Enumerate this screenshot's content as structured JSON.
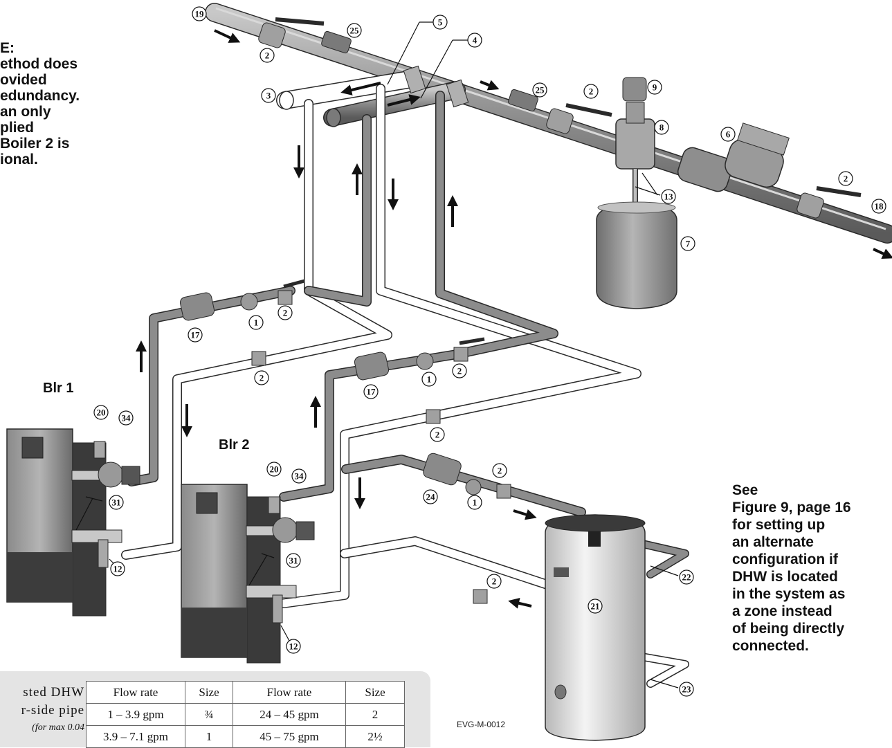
{
  "note_left": [
    "E:",
    "ethod does",
    "ovided",
    "edundancy.",
    "an only",
    "plied",
    "Boiler 2 is",
    "ional."
  ],
  "note_right": [
    "See",
    "Figure 9, page 16",
    "for setting up",
    "an alternate",
    "configuration if",
    "DHW is located",
    "in the system as",
    "a zone instead",
    "of being directly",
    "connected."
  ],
  "boiler1_label": "Blr 1",
  "boiler2_label": "Blr 2",
  "drawing_code": "EVG-M-0012",
  "table": {
    "side_text": [
      "sted DHW",
      "r-side pipe",
      "(for max 0.04"
    ],
    "headers": [
      "Flow rate",
      "Size",
      "Flow rate",
      "Size"
    ],
    "rows": [
      [
        "1 – 3.9 gpm",
        "¾",
        "24 – 45 gpm",
        "2"
      ],
      [
        "3.9 – 7.1 gpm",
        "1",
        "45 – 75 gpm",
        "2½"
      ]
    ]
  },
  "callouts": [
    {
      "id": "c19",
      "text": "19"
    },
    {
      "id": "c25a",
      "text": "25"
    },
    {
      "id": "c2a",
      "text": "2"
    },
    {
      "id": "c5",
      "text": "5"
    },
    {
      "id": "c4",
      "text": "4"
    },
    {
      "id": "c3",
      "text": "3"
    },
    {
      "id": "c25b",
      "text": "25"
    },
    {
      "id": "c2b",
      "text": "2"
    },
    {
      "id": "c9",
      "text": "9"
    },
    {
      "id": "c8",
      "text": "8"
    },
    {
      "id": "c6",
      "text": "6"
    },
    {
      "id": "c2c",
      "text": "2"
    },
    {
      "id": "c13",
      "text": "13"
    },
    {
      "id": "c18",
      "text": "18"
    },
    {
      "id": "c7",
      "text": "7"
    },
    {
      "id": "c1a",
      "text": "1"
    },
    {
      "id": "c2d",
      "text": "2"
    },
    {
      "id": "c17a",
      "text": "17"
    },
    {
      "id": "c2e",
      "text": "2"
    },
    {
      "id": "c17b",
      "text": "17"
    },
    {
      "id": "c1b",
      "text": "1"
    },
    {
      "id": "c2f",
      "text": "2"
    },
    {
      "id": "c20a",
      "text": "20"
    },
    {
      "id": "c34a",
      "text": "34"
    },
    {
      "id": "c31a",
      "text": "31"
    },
    {
      "id": "c12a",
      "text": "12"
    },
    {
      "id": "c2g",
      "text": "2"
    },
    {
      "id": "c20b",
      "text": "20"
    },
    {
      "id": "c34b",
      "text": "34"
    },
    {
      "id": "c31b",
      "text": "31"
    },
    {
      "id": "c12b",
      "text": "12"
    },
    {
      "id": "c24",
      "text": "24"
    },
    {
      "id": "c1c",
      "text": "1"
    },
    {
      "id": "c2h",
      "text": "2"
    },
    {
      "id": "c2i",
      "text": "2"
    },
    {
      "id": "c21",
      "text": "21"
    },
    {
      "id": "c22",
      "text": "22"
    },
    {
      "id": "c23",
      "text": "23"
    }
  ],
  "colors": {
    "pipe_dark": "#8c8c8c",
    "pipe_light": "#ffffff",
    "outline": "#2a2a2a",
    "tank": "#9a9a9a",
    "heater": "#d8d8d8"
  }
}
